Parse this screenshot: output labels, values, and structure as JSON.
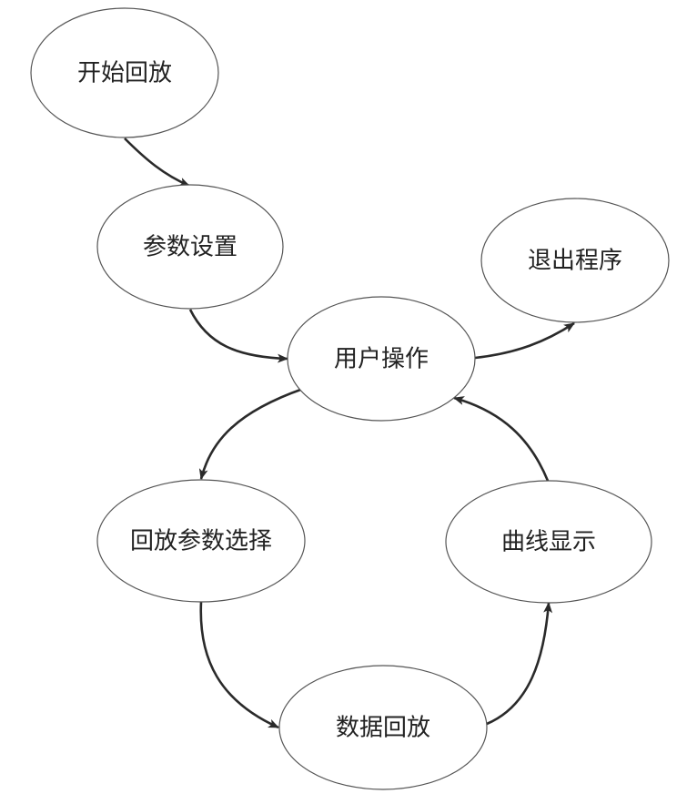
{
  "diagram": {
    "nodes": {
      "start_playback": "开始回放",
      "param_settings": "参数设置",
      "exit_program": "退出程序",
      "user_operation": "用户操作",
      "playback_param_select": "回放参数选择",
      "curve_display": "曲线显示",
      "data_playback": "数据回放"
    },
    "edges": [
      {
        "from": "开始回放",
        "to": "参数设置"
      },
      {
        "from": "参数设置",
        "to": "用户操作"
      },
      {
        "from": "用户操作",
        "to": "退出程序"
      },
      {
        "from": "用户操作",
        "to": "回放参数选择"
      },
      {
        "from": "回放参数选择",
        "to": "数据回放"
      },
      {
        "from": "数据回放",
        "to": "曲线显示"
      },
      {
        "from": "曲线显示",
        "to": "用户操作"
      }
    ]
  }
}
